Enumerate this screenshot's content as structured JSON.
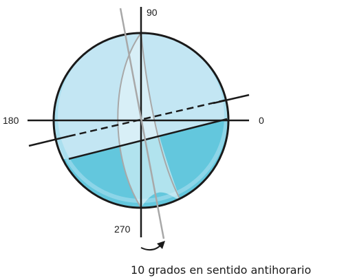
{
  "labels": {
    "top": "90",
    "left": "180",
    "right": "0",
    "bottom": "270"
  },
  "caption": "10 grados en sentido antihorario",
  "colors": {
    "globe_light": "#c3e6f3",
    "globe_dark": "#63c7dd",
    "outline": "#1a1a1a",
    "rotated_axis": "#a8a8a8",
    "lens_fill": "#e6f5fa"
  }
}
